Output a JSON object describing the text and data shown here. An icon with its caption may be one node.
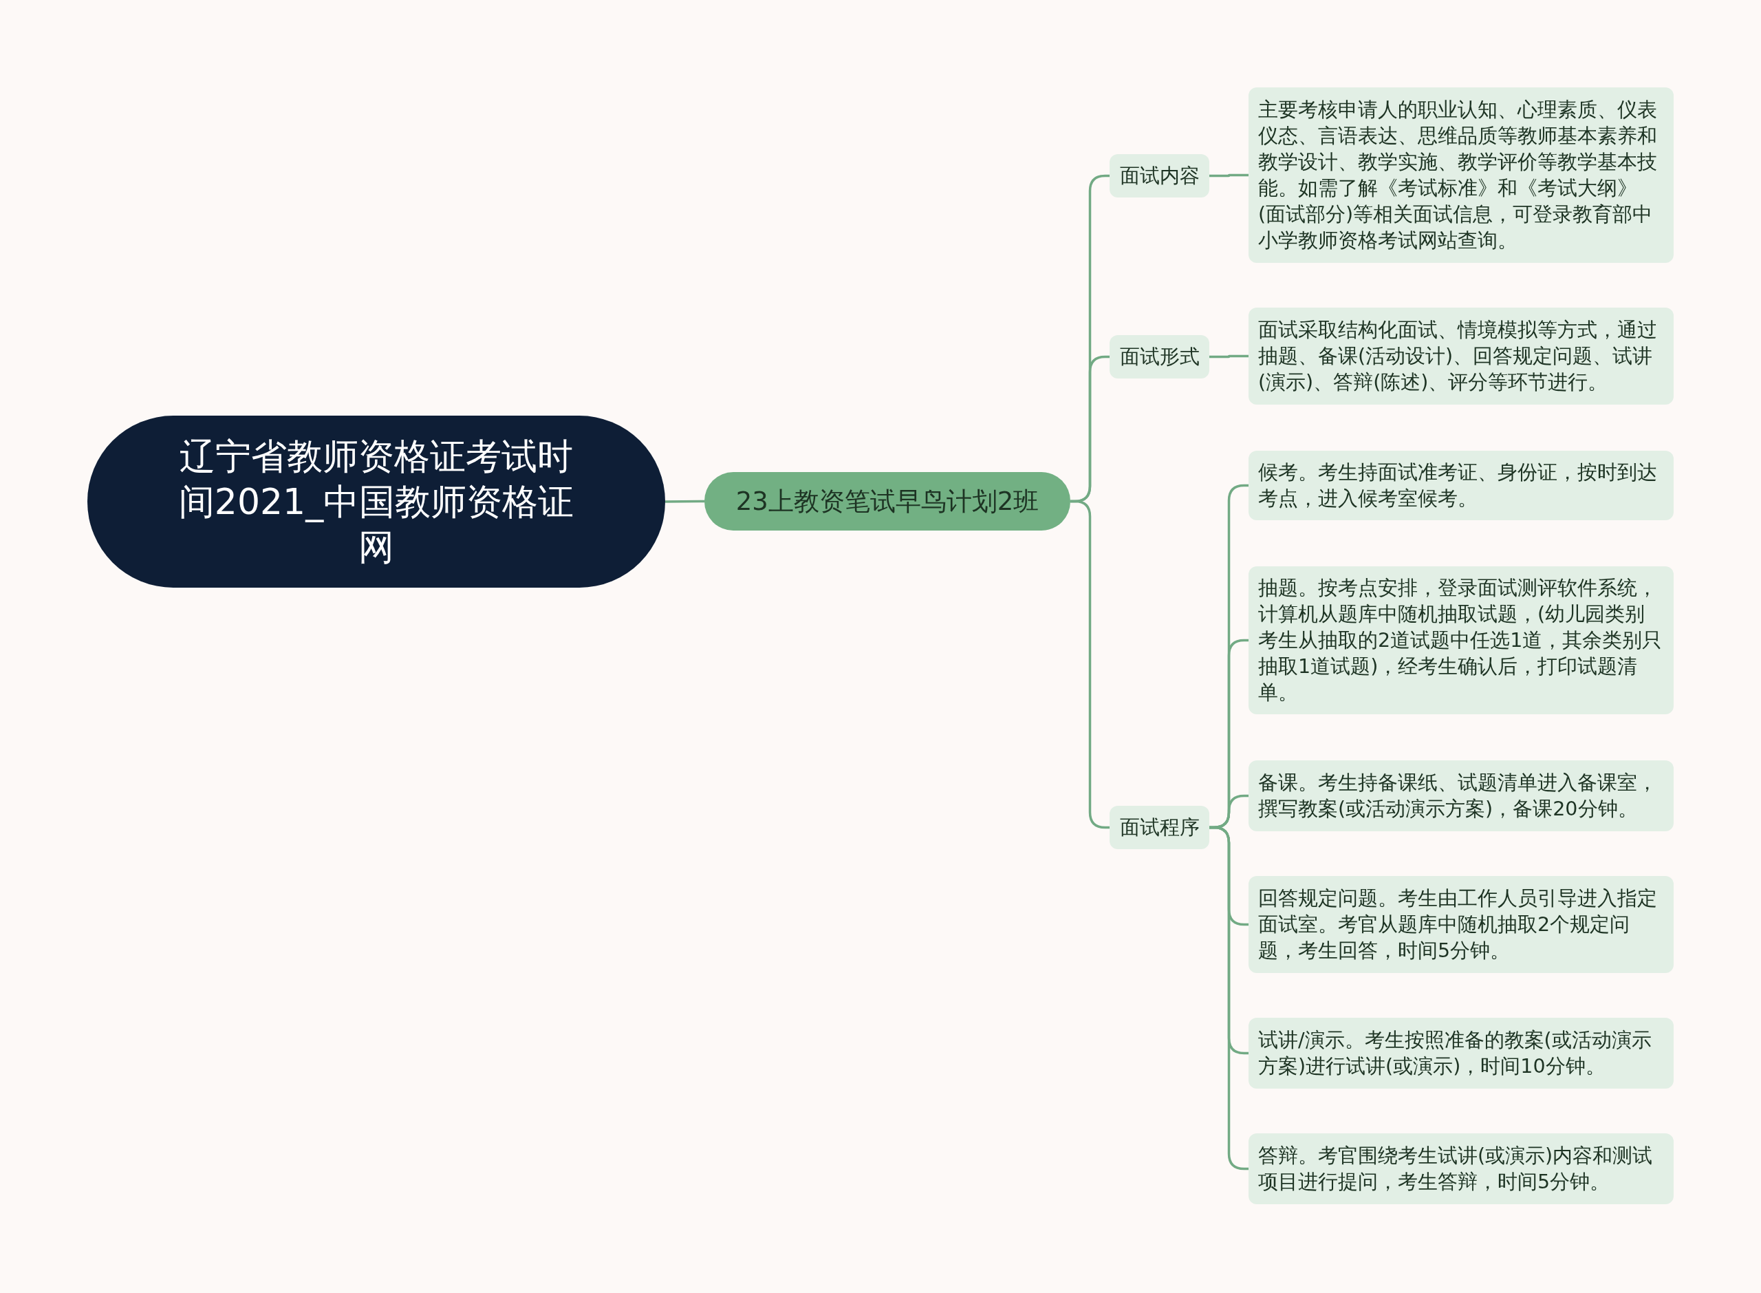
{
  "diagram": {
    "nodes": [
      {
        "text": [
          "辽宁省教师资格证考试时间2021_中国教师资格证网"
        ]
      },
      {
        "text": [
          "23上教资笔试早鸟计划2班"
        ]
      },
      {
        "text": [
          "面试内容"
        ]
      },
      {
        "text": [
          "面试形式"
        ]
      },
      {
        "text": [
          "面试程序"
        ]
      },
      {
        "text": [
          "主要考核申请人的职业认知、心理素质、仪表仪态、言语表达、思维品质等教师基本素养和教学设计、教学实施、教学评价等教学基本技能。如需了解《考试标准》和《考试大纲》(面试部分)等相关面试信息，可登录教育部中小学教师资格考试网站查询。"
        ]
      },
      {
        "text": [
          "面试采取结构化面试、情境模拟等方式，通过抽题、备课(活动设计)、回答规定问题、试讲(演示)、答辩(陈述)、评分等环节进行。"
        ]
      },
      {
        "text": [
          "候考。考生持面试准考证、身份证，按时到达考点，进入候考室候考。"
        ]
      },
      {
        "text": [
          "抽题。按考点安排，登录面试测评软件系统，计算机从题库中随机抽取试题，(幼儿园类别考生从抽取的2道试题中任选1道，其余类别只抽取1道试题)，经考生确认后，打印试题清单。"
        ]
      },
      {
        "text": [
          "备课。考生持备课纸、试题清单进入备课室，撰写教案(或活动演示方案)，备课20分钟。"
        ]
      },
      {
        "text": [
          "回答规定问题。考生由工作人员引导进入指定面试室。考官从题库中随机抽取2个规定问题，考生回答，时间5分钟。"
        ]
      },
      {
        "text": [
          "试讲/演示。考生按照准备的教案(或活动演示方案)进行试讲(或演示)，时间10分钟。"
        ]
      },
      {
        "text": [
          "答辩。考官围绕考生试讲(或演示)内容和测试项目进行提问，考生答辩，时间5分钟。"
        ]
      }
    ],
    "edges": [
      {
        "from": 0,
        "to": 1,
        "arrow": "none"
      },
      {
        "from": 1,
        "to": 2,
        "arrow": "none"
      },
      {
        "from": 1,
        "to": 3,
        "arrow": "none"
      },
      {
        "from": 1,
        "to": 4,
        "arrow": "none"
      },
      {
        "from": 2,
        "to": 5,
        "arrow": "none"
      },
      {
        "from": 3,
        "to": 6,
        "arrow": "none"
      },
      {
        "from": 4,
        "to": 7,
        "arrow": "none"
      },
      {
        "from": 4,
        "to": 8,
        "arrow": "none"
      },
      {
        "from": 4,
        "to": 9,
        "arrow": "none"
      },
      {
        "from": 4,
        "to": 10,
        "arrow": "none"
      },
      {
        "from": 4,
        "to": 11,
        "arrow": "none"
      },
      {
        "from": 4,
        "to": 12,
        "arrow": "none"
      }
    ]
  }
}
